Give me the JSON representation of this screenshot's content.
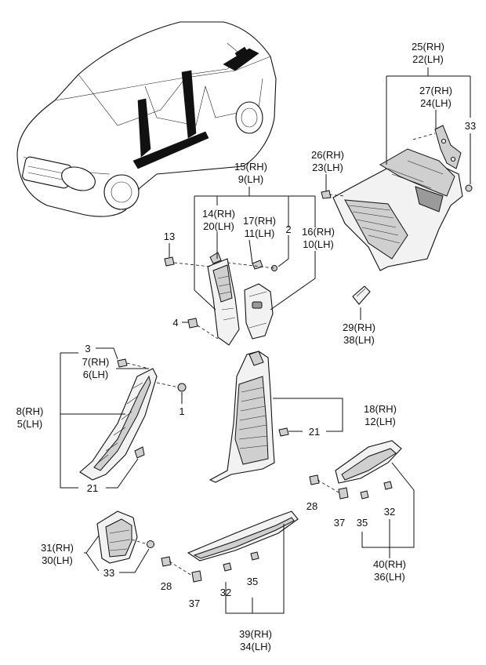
{
  "callouts": {
    "c25_22": [
      "25(RH)",
      "22(LH)"
    ],
    "c27_24": [
      "27(RH)",
      "24(LH)"
    ],
    "c33_top": "33",
    "c26_23": [
      "26(RH)",
      "23(LH)"
    ],
    "c15_9": [
      "15(RH)",
      "9(LH)"
    ],
    "c14_20": [
      "14(RH)",
      "20(LH)"
    ],
    "c17_11": [
      "17(RH)",
      "11(LH)"
    ],
    "c2": "2",
    "c16_10": [
      "16(RH)",
      "10(LH)"
    ],
    "c13": "13",
    "c4": "4",
    "c29_38": [
      "29(RH)",
      "38(LH)"
    ],
    "c3": "3",
    "c7_6": [
      "7(RH)",
      "6(LH)"
    ],
    "c1": "1",
    "c8_5": [
      "8(RH)",
      "5(LH)"
    ],
    "c21_left": "21",
    "c18_12": [
      "18(RH)",
      "12(LH)"
    ],
    "c21_mid": "21",
    "c28_right": "28",
    "c37_right": "37",
    "c35_right": "35",
    "c32_right": "32",
    "c40_36": [
      "40(RH)",
      "36(LH)"
    ],
    "c31_30": [
      "31(RH)",
      "30(LH)"
    ],
    "c33_bottom": "33",
    "c28_left": "28",
    "c37_left": "37",
    "c32_bottom": "32",
    "c35_bottom": "35",
    "c39_34": [
      "39(RH)",
      "34(LH)"
    ]
  }
}
